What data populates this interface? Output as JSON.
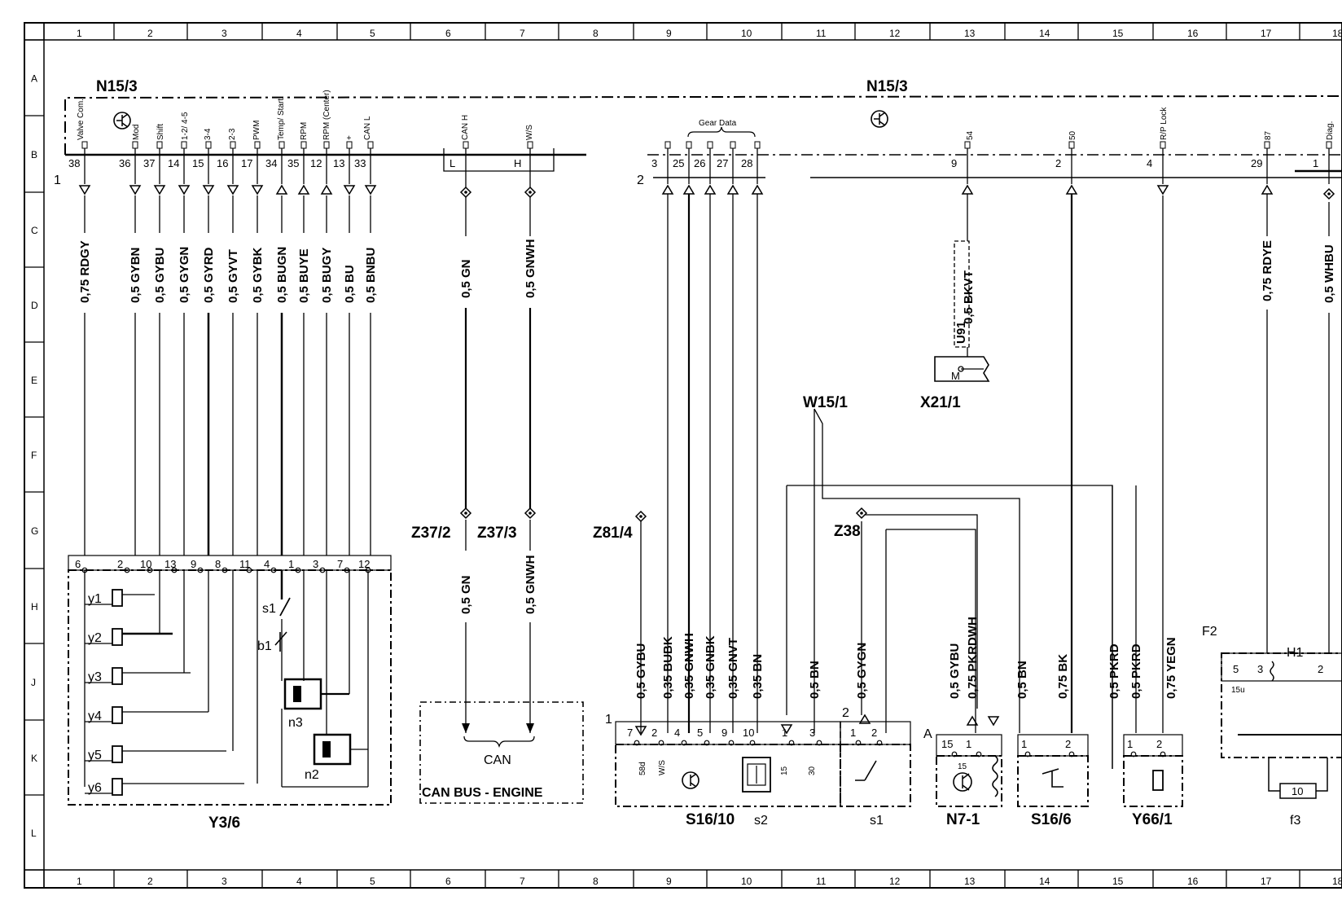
{
  "grid": {
    "cols": [
      "1",
      "2",
      "3",
      "4",
      "5",
      "6",
      "7",
      "8",
      "9",
      "10",
      "11",
      "12",
      "13",
      "14",
      "15",
      "16",
      "17",
      "18"
    ],
    "rows": [
      "A",
      "B",
      "C",
      "D",
      "E",
      "F",
      "G",
      "H",
      "J",
      "K",
      "L"
    ]
  },
  "components": {
    "n153_left": "N15/3",
    "n153_right": "N15/3",
    "y36": "Y3/6",
    "can_bus": "CAN",
    "can_bus_engine": "CAN BUS - ENGINE",
    "z372": "Z37/2",
    "z373": "Z37/3",
    "z814": "Z81/4",
    "w151": "W15/1",
    "x211": "X21/1",
    "z38": "Z38",
    "s1610": "S16/10",
    "s2": "s2",
    "s1": "s1",
    "n71": "N7-1",
    "s166": "S16/6",
    "y661": "Y66/1",
    "f3": "f3",
    "f2": "F2",
    "h1": "H1",
    "conn1a": "1",
    "conn2": "2",
    "conn1b": "1",
    "conn2b": "2",
    "conn_a": "A"
  },
  "n153_header_labels": [
    "Valve Com.",
    "Mod",
    "Shift",
    "1-2/ 4-5",
    "3-4",
    "2-3",
    "PWM",
    "Temp/ Start",
    "RPM",
    "RPM (Center)",
    "+",
    "CAN L",
    "CAN H",
    "W/S",
    "Gear Data",
    "54",
    "50",
    "R/P Lock",
    "87",
    "Diag."
  ],
  "n153_pins": [
    "38",
    "36",
    "37",
    "14",
    "15",
    "16",
    "17",
    "34",
    "35",
    "12",
    "13",
    "33",
    "L",
    "H",
    "3",
    "25",
    "26",
    "27",
    "28",
    "9",
    "2",
    "4",
    "29",
    "1"
  ],
  "wires_left": [
    "0,75 RDGY",
    "0,5 GYBN",
    "0,5 GYBU",
    "0,5 GYGN",
    "0,5 GYRD",
    "0,5 GYVT",
    "0,5 GYBK",
    "0,5 BUGN",
    "0,5 BUYE",
    "0,5 BUGY",
    "0,5 BU",
    "0,5 BNBU"
  ],
  "wires_can_upper": [
    "0,5 GN",
    "0,5 GNWH"
  ],
  "wires_can_lower": [
    "0,5 GN",
    "0,5 GNWH"
  ],
  "wire_x21": "0,5 BKVT",
  "wire_x21_tag": "U91",
  "wires_right_upper": [
    "0,75 RDYE",
    "0,5 WHBU"
  ],
  "wires_lower": [
    "0,5 GYBU",
    "0,35 BUBK",
    "0,35 GNWH",
    "0,35 GNBK",
    "0,35 GNVT",
    "0,35 BN",
    "0,5 BN",
    "0,5 GYGN",
    "0,5 GYBU",
    "0,75 PKRDWH",
    "0,5 BN",
    "0,75 BK",
    "0,5 PKRD",
    "0,5 PKRD",
    "0,75 YEGN"
  ],
  "y36_pins": [
    "6",
    "2",
    "10",
    "13",
    "9",
    "8",
    "11",
    "4",
    "1",
    "3",
    "7",
    "12"
  ],
  "y36_coils": [
    "y1",
    "y2",
    "y3",
    "y4",
    "y5",
    "y6"
  ],
  "y36_parts": [
    "s1",
    "b1",
    "n3",
    "n2"
  ],
  "s1610_pins": [
    "7",
    "2",
    "4",
    "5",
    "9",
    "10",
    "1",
    "3"
  ],
  "s1610_texts": [
    "58d",
    "W/S",
    "15",
    "30"
  ],
  "s1_pins": [
    "1",
    "2"
  ],
  "n71_pins": [
    "15",
    "1"
  ],
  "n71_text": "15",
  "s166_pins": [
    "1",
    "2"
  ],
  "y661_pins": [
    "1",
    "2"
  ],
  "f2_pins": [
    "5",
    "3",
    "2"
  ],
  "f2_text": "15u",
  "f3_text": "10",
  "x21_text": "M"
}
